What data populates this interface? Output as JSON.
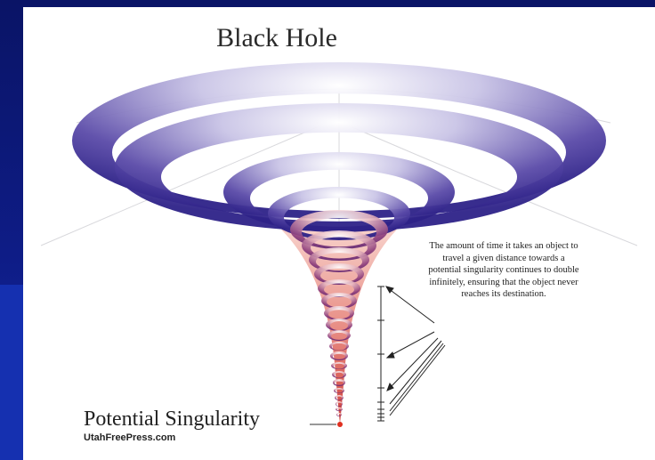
{
  "diagram": {
    "title": "Black Hole",
    "description": "The amount of time it takes an object to travel a given distance towards a potential singularity continues to double infinitely, ensuring that the object never reaches its destination.",
    "singularity_label": "Potential Singularity",
    "credit": "UtahFreePress.com"
  },
  "colors": {
    "slide_background": "#0e1a78",
    "funnel_outer": "#3a2c94",
    "funnel_inner": "#ffffff",
    "funnel_throat": "#d94a4a",
    "singularity": "#e03020"
  }
}
